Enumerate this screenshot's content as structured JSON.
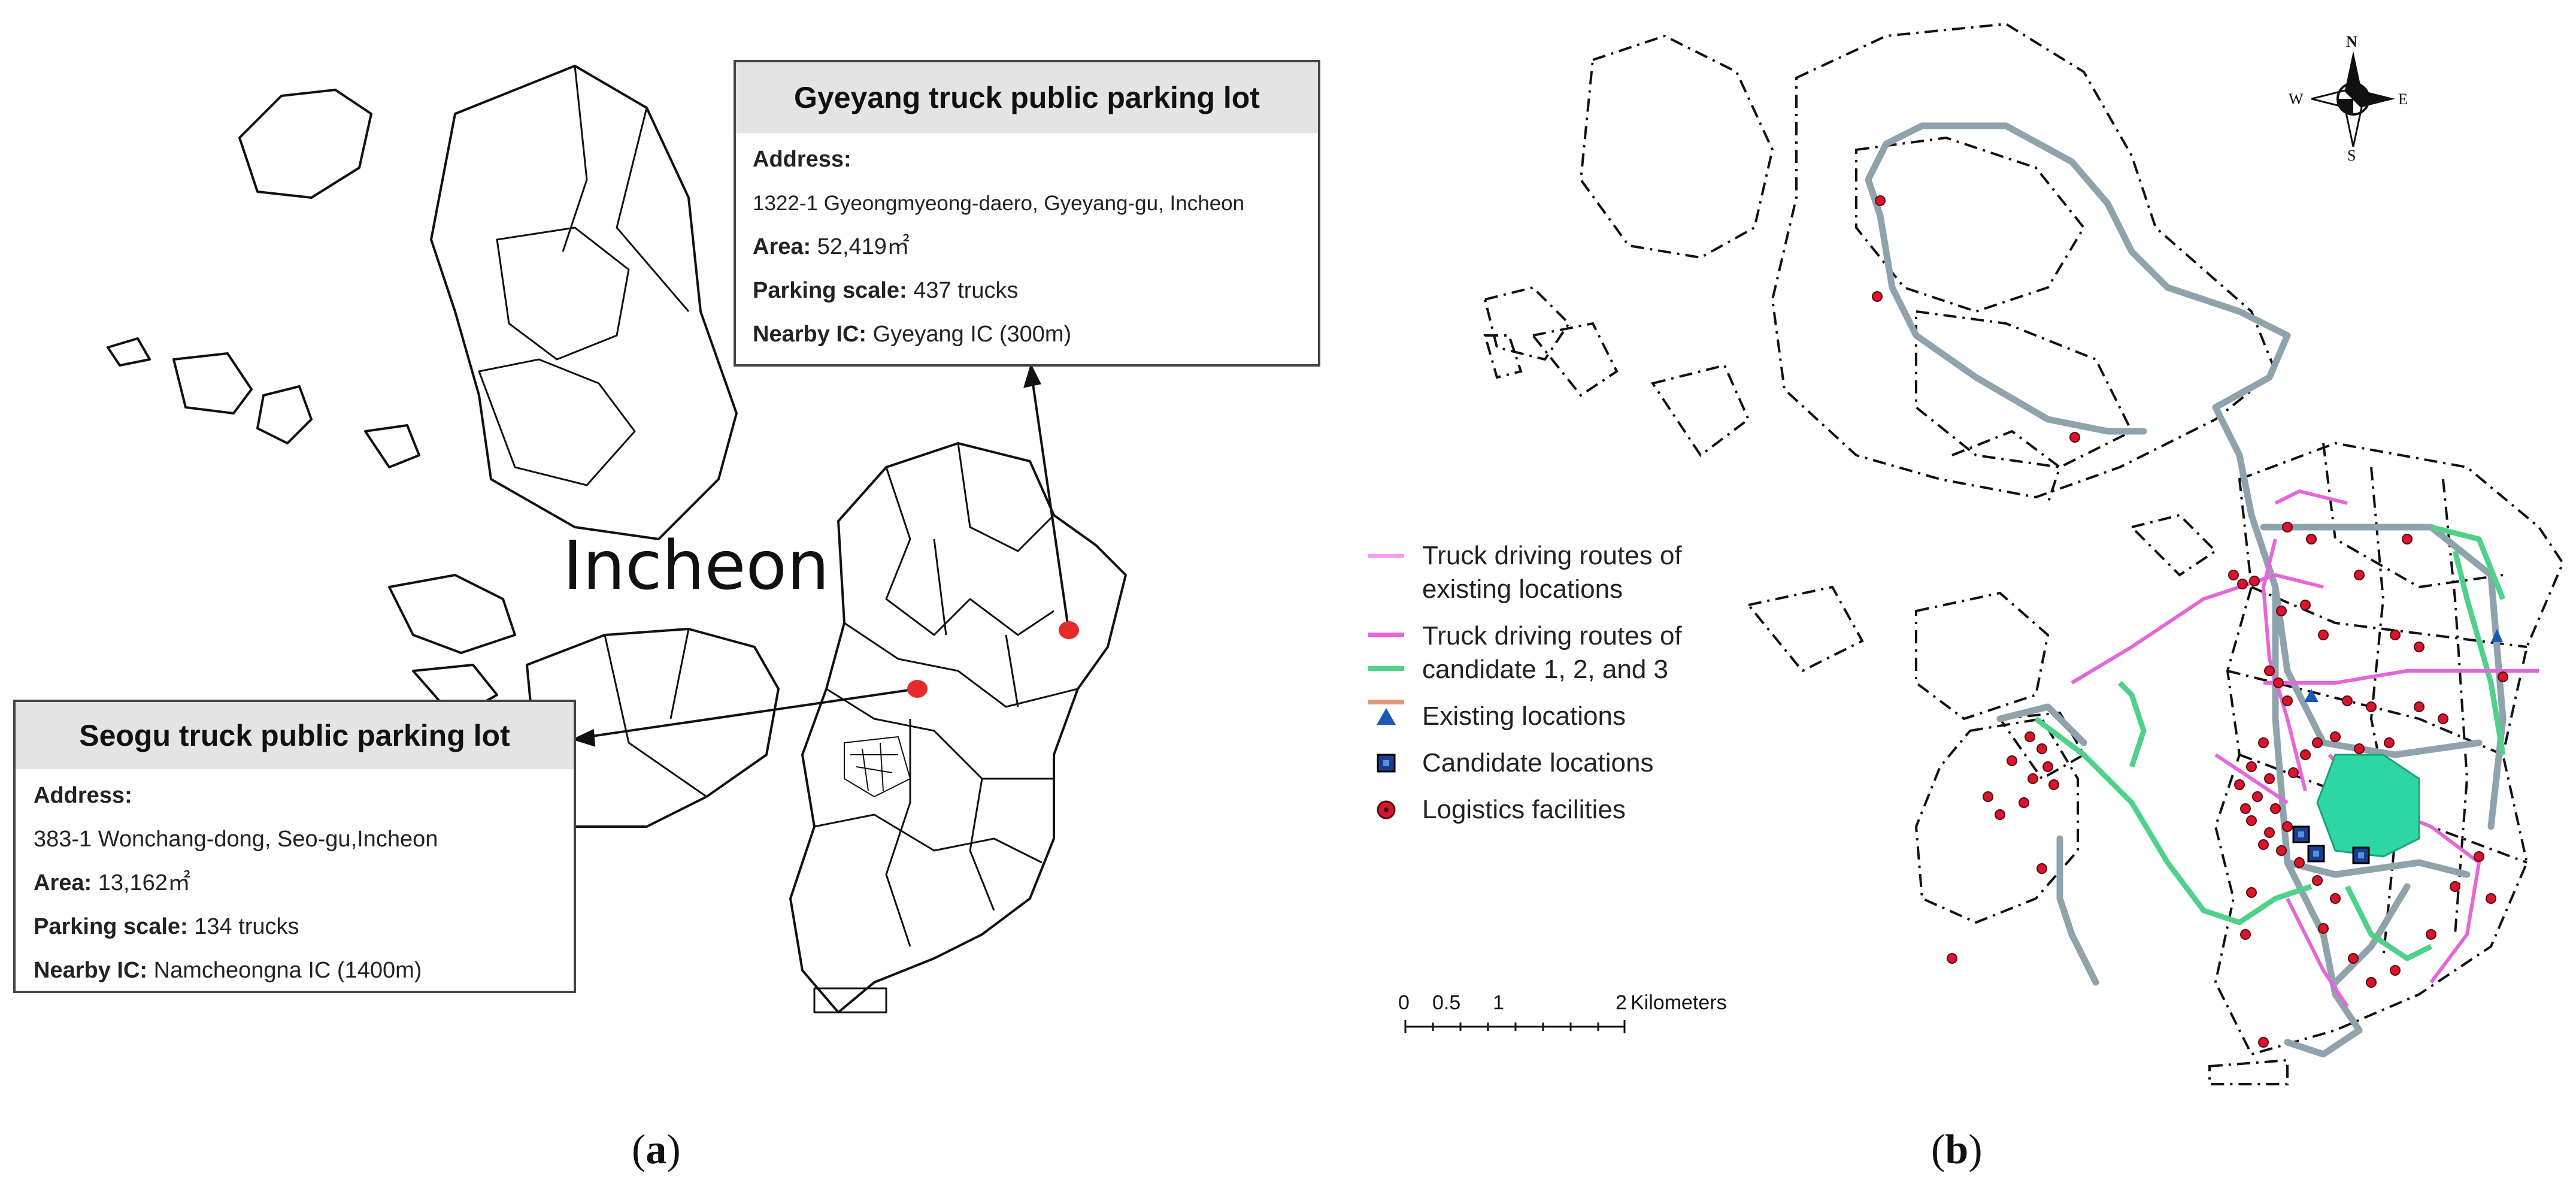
{
  "panel_a": {
    "city_label": "Incheon",
    "gyeyang": {
      "title": "Gyeyang truck public parking lot",
      "address_label": "Address:",
      "address": "1322-1 Gyeongmyeong-daero, Gyeyang-gu, Incheon",
      "area_label": "Area:",
      "area": "52,419㎡",
      "parking_label": "Parking scale:",
      "parking": "437 trucks",
      "ic_label": "Nearby IC:",
      "ic": "Gyeyang IC (300m)"
    },
    "seogu": {
      "title": "Seogu truck public parking lot",
      "address_label": "Address:",
      "address": "383-1 Wonchang-dong, Seo-gu,Incheon",
      "area_label": "Area:",
      "area": "13,162㎡",
      "parking_label": "Parking scale:",
      "parking": "134 trucks",
      "ic_label": "Nearby IC:",
      "ic": "Namcheongna IC (1400m)"
    },
    "caption_open": "(",
    "caption_letter": "a",
    "caption_close": ")"
  },
  "panel_b": {
    "legend": [
      {
        "symbol": "line",
        "color": "#f59af5",
        "text": "Truck driving routes of existing locations"
      },
      {
        "symbol": "multiline",
        "colors": [
          "#e566d8",
          "#4fd18a",
          "#e09a78"
        ],
        "text": "Truck driving routes of candidate 1, 2, and 3"
      },
      {
        "symbol": "triangle",
        "color": "#1f57b8",
        "text": "Existing locations"
      },
      {
        "symbol": "square",
        "color": "#1b3f8c",
        "text": "Candidate locations"
      },
      {
        "symbol": "circle",
        "color": "#d9142b",
        "text": "Logistics facilities"
      }
    ],
    "scalebar": {
      "ticks": [
        "0",
        "0.5",
        "1",
        "2"
      ],
      "unit": "Kilometers"
    },
    "compass": {
      "n": "N",
      "s": "S",
      "e": "E",
      "w": "W"
    },
    "caption_open": "(",
    "caption_letter": "b",
    "caption_close": ")"
  },
  "colors": {
    "route_gray": "#8fa3ad",
    "route_green": "#4fd18a",
    "route_pink": "#e566d8",
    "area_fill": "#2ed6a4",
    "facility_red": "#d9142b",
    "existing_blue": "#1f57b8",
    "candidate_navy": "#1b3f8c"
  }
}
